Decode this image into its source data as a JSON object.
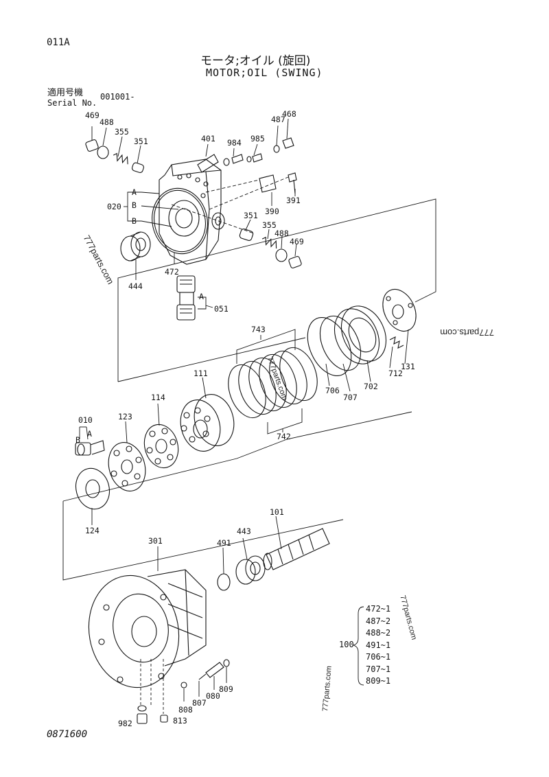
{
  "header": {
    "page_code": "011A",
    "title_jp": "モータ;オイル (旋回)",
    "title_en": "MOTOR;OIL (SWING)",
    "serial_label_jp": "適用号機",
    "serial_label_en": "Serial No.",
    "serial_value": "001001-"
  },
  "footer": {
    "drawing_no": "0871600"
  },
  "watermarks": [
    "777parts.com",
    "777parts.com",
    "777parts.com",
    "777parts.com",
    "777parts.com"
  ],
  "parts": {
    "p469a": "469",
    "p488a": "488",
    "p355a": "355",
    "p351a": "351",
    "p401": "401",
    "p984": "984",
    "p985": "985",
    "p487": "487",
    "p468": "468",
    "p391": "391",
    "p390": "390",
    "p020": "020",
    "lblA1": "A",
    "lblB1": "B",
    "lblB2": "B",
    "p351b": "351",
    "p355b": "355",
    "p488b": "488",
    "p469b": "469",
    "p472": "472",
    "p444": "444",
    "lblA2": "A",
    "p051": "051",
    "p743": "743",
    "p111": "111",
    "p114": "114",
    "p742": "742",
    "p706": "706",
    "p707": "707",
    "p702": "702",
    "p712": "712",
    "p131": "131",
    "p010": "010",
    "lblB3": "B",
    "lblA3": "A",
    "p123": "123",
    "p124": "124",
    "p101": "101",
    "p443": "443",
    "p491": "491",
    "p301": "301",
    "p808": "808",
    "p807": "807",
    "p080": "080",
    "p809": "809",
    "p982": "982",
    "p813": "813"
  },
  "kit": {
    "number": "100",
    "items": [
      "472~1",
      "487~2",
      "488~2",
      "491~1",
      "706~1",
      "707~1",
      "809~1"
    ]
  }
}
